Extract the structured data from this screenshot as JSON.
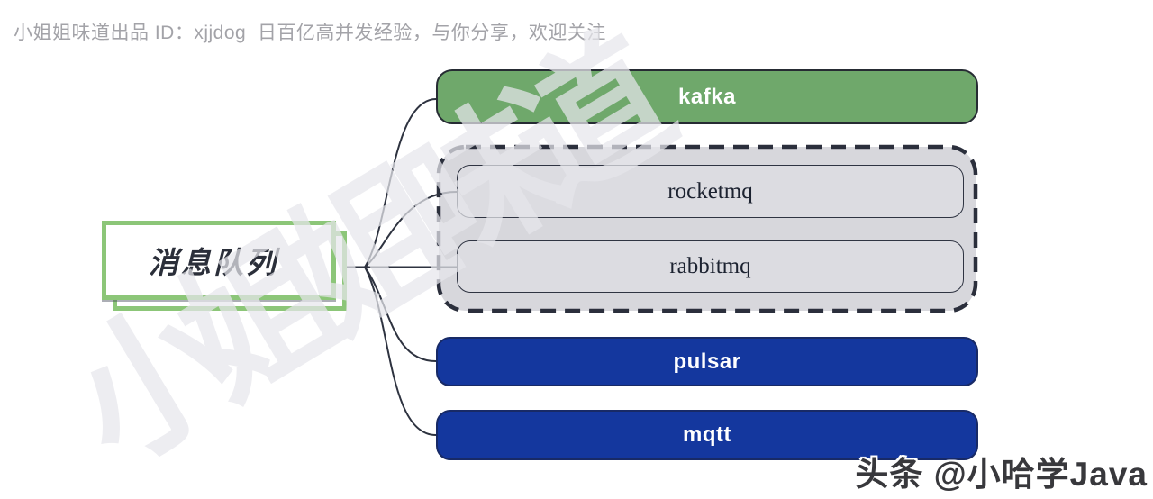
{
  "header": {
    "byline": "小姐姐味道出品 ID：xjjdog  日百亿高并发经验，与你分享，欢迎关注"
  },
  "mindmap": {
    "root": {
      "label": "消息队列"
    },
    "branches": {
      "kafka": {
        "label": "kafka"
      },
      "rocketmq": {
        "label": "rocketmq"
      },
      "rabbitmq": {
        "label": "rabbitmq"
      },
      "pulsar": {
        "label": "pulsar"
      },
      "mqtt": {
        "label": "mqtt"
      }
    }
  },
  "watermarks": {
    "diagonal_text": "小姐姐味道",
    "credit_text": "头条 @小哈学Java"
  },
  "colors": {
    "kafka_green_fill": "#6FA86B",
    "root_border_green": "#8CC678",
    "blue_node_fill": "#14379E",
    "group_fill": "#D7D7DC",
    "group_inner_fill": "#DCDCE1",
    "line_dark": "#2E3340",
    "byline_gray": "#A3A3A8",
    "watermark_gray": "#E7E7EC"
  }
}
